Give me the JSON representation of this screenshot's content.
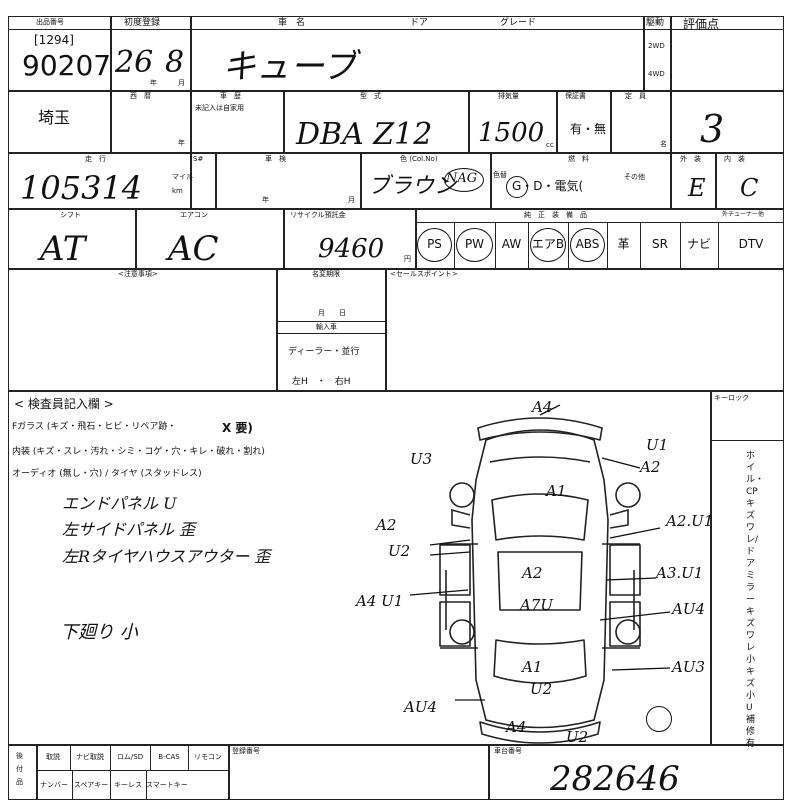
{
  "header": {
    "ticket": "[1294]",
    "lot_number": "90207",
    "lot_label": "出品番号",
    "first_reg_label": "初度登録",
    "first_reg_value": "26",
    "first_reg_month": "8",
    "year_mark": "年",
    "month_mark": "月",
    "car_name_label": "車　名",
    "door_label": "ドア",
    "grade_label": "グレード",
    "car_name_value": "キューブ",
    "drive_label": "駆動",
    "drive_2wd": "2WD",
    "drive_4wd": "4WD",
    "score_label": "評価点",
    "score_value": "3"
  },
  "row2": {
    "region": "埼玉",
    "seireki_label": "西　暦",
    "history_label": "車　歴",
    "history_note": "未記入は自家用",
    "model_label": "型　式",
    "model_value": "DBA Z12",
    "displacement_label": "排気量",
    "displacement_value": "1500",
    "cc": "cc",
    "warranty_label": "保証書",
    "warranty_options": "有・無",
    "capacity_label": "定　員",
    "capacity_unit": "名"
  },
  "row3": {
    "mileage_label": "走　行",
    "mileage_value": "105314",
    "mile_unit": "マイル",
    "km_unit": "km",
    "s_label": "S#",
    "inspection_label": "車　検",
    "color_label": "色 (Col.No)",
    "color_value": "ブラウン",
    "color_code": "NAG",
    "color_change": "色替",
    "fuel_label": "燃　料",
    "fuel_options": "G・D・電気(",
    "fuel_other": "その他",
    "exterior_label": "外　装",
    "exterior_value": "E",
    "interior_label": "内　装",
    "interior_value": "C"
  },
  "row4": {
    "shift_label": "シフト",
    "shift_value": "AT",
    "ac_label": "エアコン",
    "ac_value": "AC",
    "recycle_label": "リサイクル預託金",
    "recycle_value": "9460",
    "recycle_unit": "円",
    "equipment_label": "純　正　装　備　品",
    "tuner_label": "外チューナー他",
    "equipment": [
      "PS",
      "PW",
      "AW",
      "エアB",
      "ABS",
      "革",
      "SR",
      "ナビ",
      "DTV"
    ]
  },
  "notes": {
    "caution_label": "<注意事項>",
    "expiry_label": "名変期限",
    "month_day": "月　　日",
    "import_label": "輸入車",
    "dealer": "ディーラー・並行",
    "handle": "左H　・　右H",
    "sales_label": "<セールスポイント>"
  },
  "inspector": {
    "section_label": "< 検査員記入欄 >",
    "glass_line": "Fガラス (キズ・飛石・ヒビ・リペア跡・",
    "glass_req": "X 要)",
    "interior_line": "内装 (キズ・スレ・汚れ・シミ・コゲ・穴・キレ・破れ・割れ)",
    "audio_line": "オーディオ (無し・穴) / タイヤ (スタッドレス)",
    "remark1": "エンドパネル U",
    "remark2": "左サイドパネル 歪",
    "remark3": "左Rタイヤハウスアウター 歪",
    "remark4": "下廻り 小",
    "keylock_label": "キーロック",
    "side_note": "ホイル・CPキズ ワレ/ドアミラーキズ ワレ 小キズ 小U 補修有"
  },
  "damage_marks": [
    "A4",
    "U1",
    "U3",
    "A2",
    "A1",
    "A2",
    "U2",
    "A2.U1",
    "A3.U1",
    "A2",
    "A4 U1",
    "A7U",
    "AU4",
    "AU3",
    "A1",
    "AU4",
    "U2",
    "A4",
    "U2"
  ],
  "footer": {
    "side_label": "後付品",
    "items_row1": [
      "取説",
      "ナビ取説",
      "ロム/SD",
      "B-CAS",
      "リモコン"
    ],
    "items_row2": [
      "ナンバー",
      "スペアキー",
      "キーレス",
      "スマートキー"
    ],
    "reg_label": "登録番号",
    "chassis_label": "車台番号",
    "chassis_value": "282646"
  }
}
